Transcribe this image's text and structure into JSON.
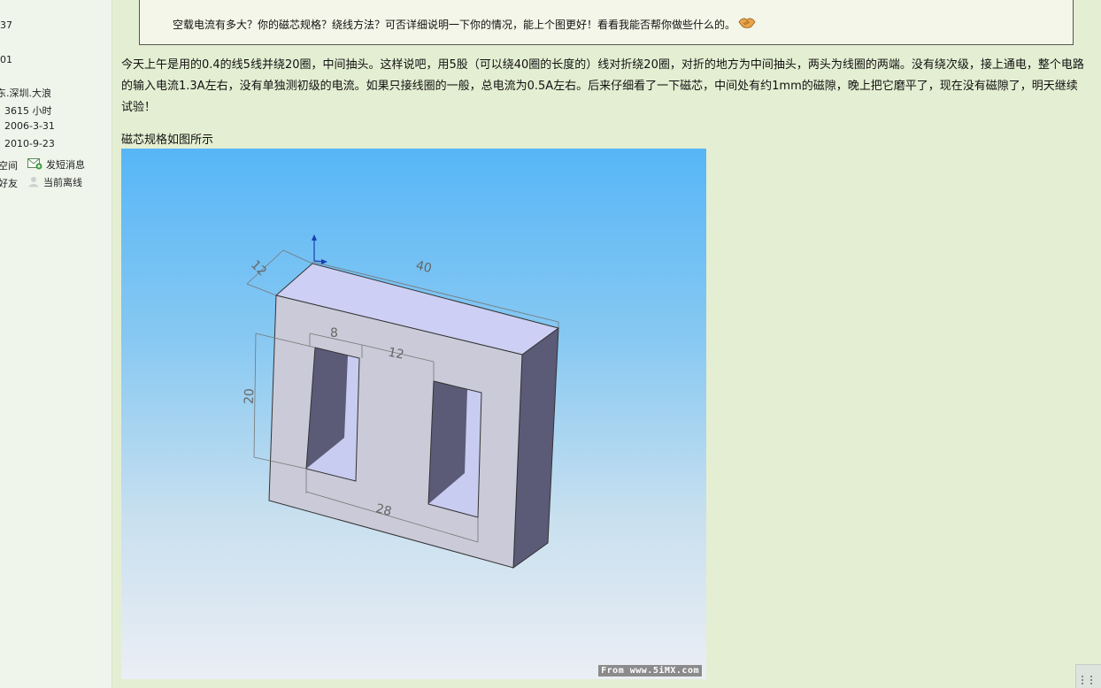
{
  "sidebar": {
    "partial_1": "37",
    "partial_2": "01",
    "location": "东.深圳.大浪",
    "online_time": "3615 小时",
    "register_date": "2006-3-31",
    "last_login": "2010-9-23",
    "space_label": "空间",
    "message_label": "发短消息",
    "friend_label": "好友",
    "status_label": "当前离线"
  },
  "quote": {
    "text": "空载电流有多大？你的磁芯规格？绕线方法？可否详细说明一下你的情况，能上个图更好！看看我能否帮你做些什么的。"
  },
  "post": {
    "paragraph": "今天上午是用的0.4的线5线并绕20圈，中间抽头。这样说吧，用5股（可以绕40圈的长度的）线对折绕20圈，对折的地方为中间抽头，两头为线圈的两端。没有绕次级，接上通电，整个电路的输入电流1.3A左右，没有单独测初级的电流。如果只接线圈的一般，总电流为0.5A左右。后来仔细看了一下磁芯，中间处有约1mm的磁隙，晚上把它磨平了，现在没有磁隙了，明天继续试验！",
    "caption": "磁芯规格如图所示"
  },
  "figure": {
    "dim_depth": "12",
    "dim_width": "40",
    "dim_window_width": "8",
    "dim_center_leg": "12",
    "dim_window_height": "20",
    "dim_inner_span": "28",
    "watermark": "From www.5iMX.com"
  }
}
